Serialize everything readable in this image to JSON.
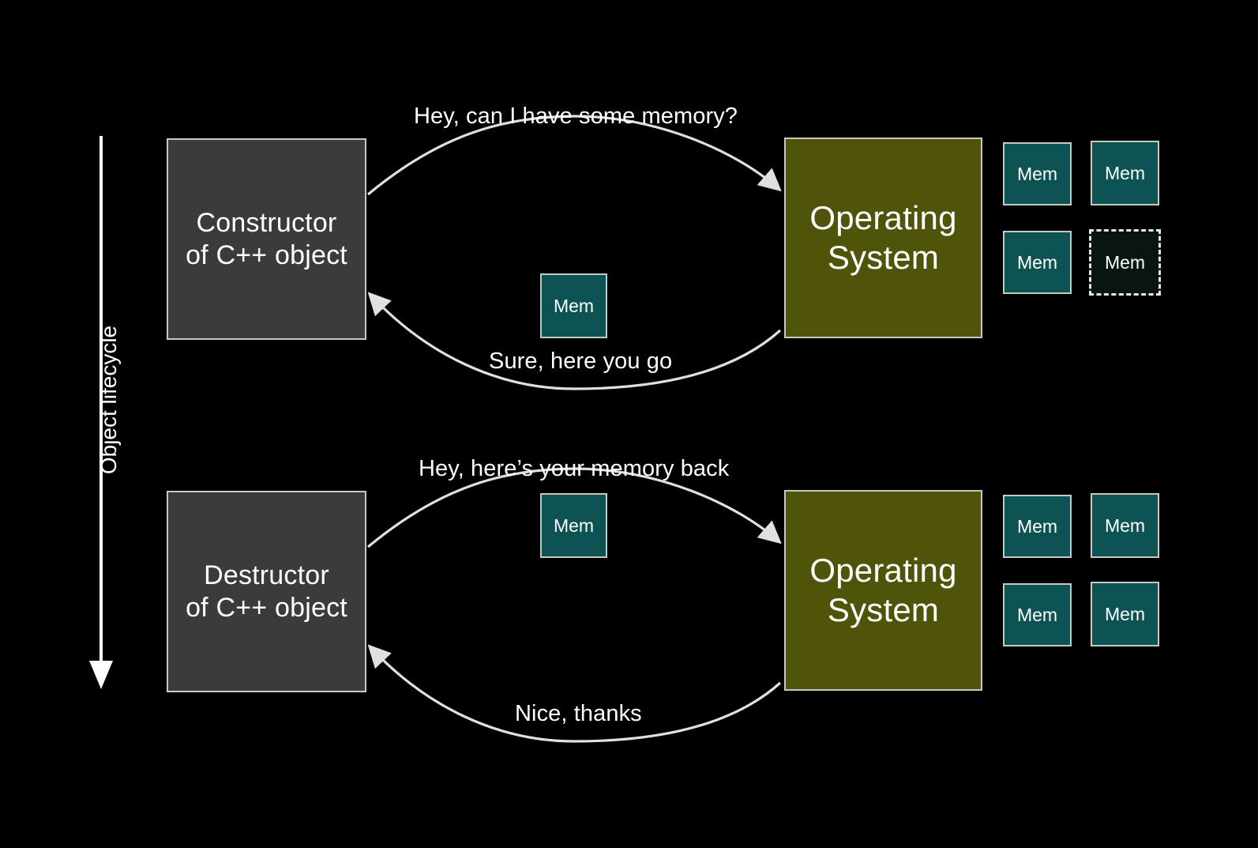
{
  "slide": {
    "background_color": "#000000",
    "title_hidden": true
  },
  "lifecycle_axis": {
    "label": "Object lifecycle",
    "direction": "down",
    "color": "#ffffff"
  },
  "colors": {
    "background": "#000000",
    "actor_box_fill": "#3b3b3b",
    "os_box_fill": "#50530a",
    "memory_fill": "#0d5353",
    "memory_freed_fill": "#0a1412",
    "border": "#c9c9c4",
    "text": "#ffffff",
    "arrow": "#e0e0e0"
  },
  "sections": [
    {
      "id": "allocation",
      "actor_label": "Constructor\nof C++ object",
      "os_label": "Operating\nSystem",
      "request_caption": "Hey, can I have some memory?",
      "response_caption": "Sure, here you go",
      "in_transit_memory": {
        "label": "Mem"
      },
      "memory_pool": [
        {
          "label": "Mem",
          "state": "allocated"
        },
        {
          "label": "Mem",
          "state": "allocated"
        },
        {
          "label": "Mem",
          "state": "allocated"
        },
        {
          "label": "Mem",
          "state": "freed"
        }
      ]
    },
    {
      "id": "deallocation",
      "actor_label": "Destructor\nof C++ object",
      "os_label": "Operating\nSystem",
      "request_caption": "Hey, here’s your memory back",
      "response_caption": "Nice, thanks",
      "in_transit_memory": {
        "label": "Mem"
      },
      "memory_pool": [
        {
          "label": "Mem",
          "state": "allocated"
        },
        {
          "label": "Mem",
          "state": "allocated"
        },
        {
          "label": "Mem",
          "state": "allocated"
        },
        {
          "label": "Mem",
          "state": "allocated"
        }
      ]
    }
  ]
}
